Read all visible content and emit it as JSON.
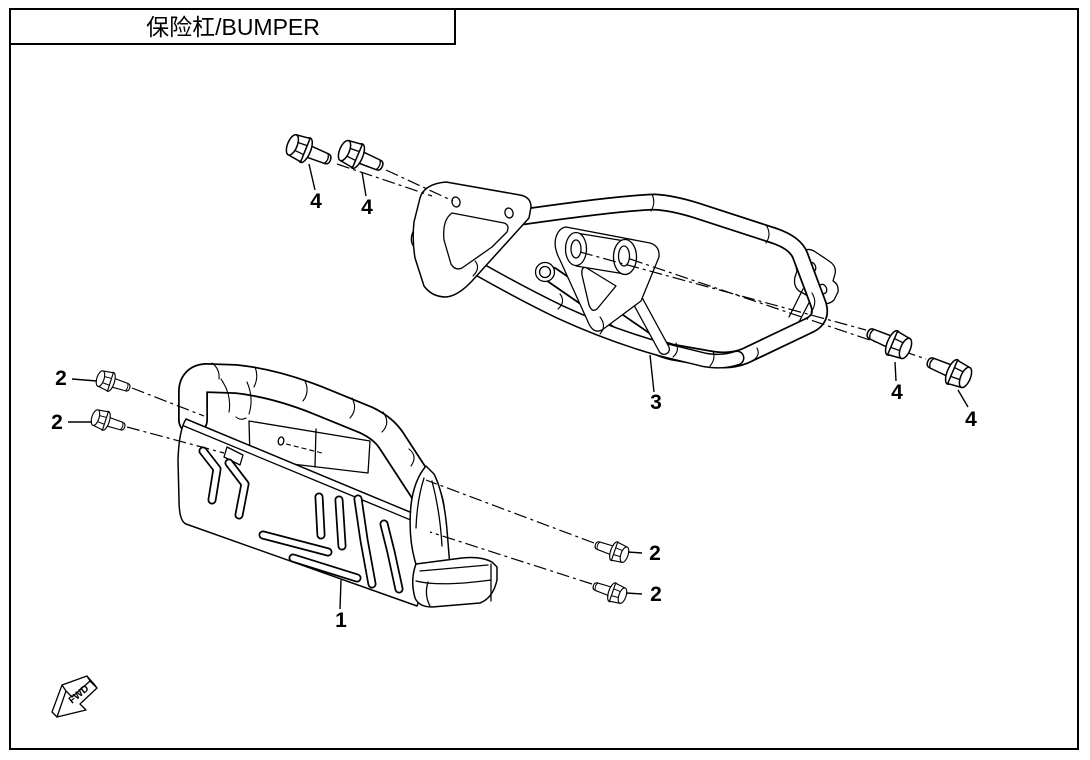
{
  "page": {
    "title": "保险杠/BUMPER",
    "background_color": "#ffffff",
    "line_color": "#000000"
  },
  "diagram": {
    "fwd_label": "FWD",
    "callouts": [
      {
        "label": "4"
      },
      {
        "label": "4"
      },
      {
        "label": "2"
      },
      {
        "label": "2"
      },
      {
        "label": "3"
      },
      {
        "label": "4"
      },
      {
        "label": "4"
      },
      {
        "label": "2"
      },
      {
        "label": "2"
      },
      {
        "label": "1"
      }
    ]
  }
}
